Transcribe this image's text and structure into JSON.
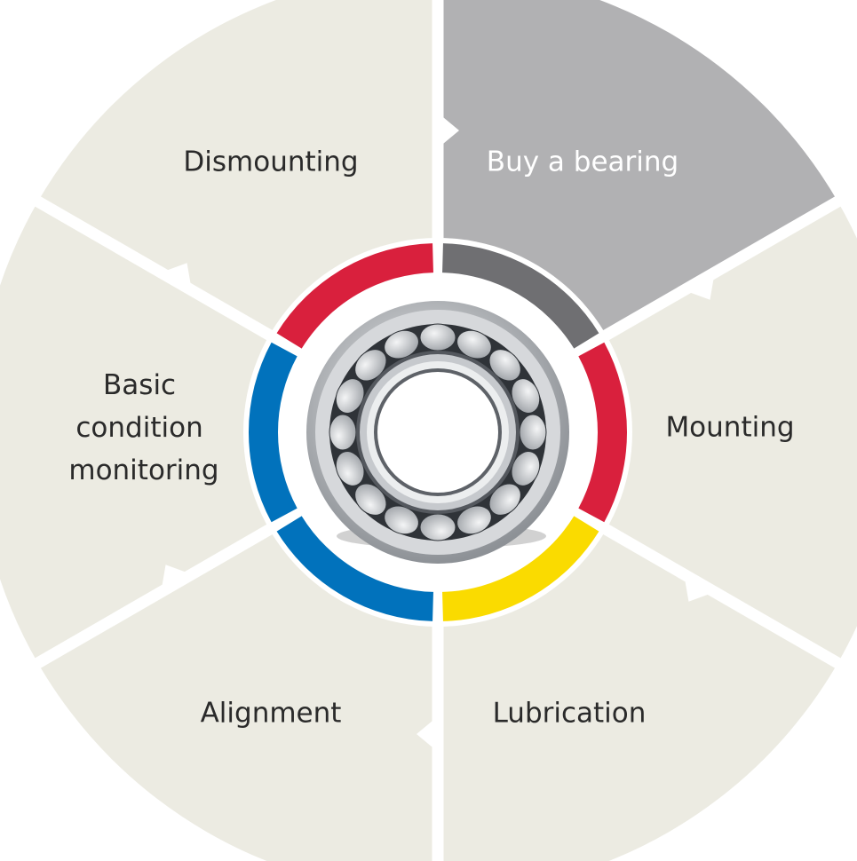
{
  "segments": [
    {
      "id": "buy",
      "label": "Buy a bearing",
      "active": true
    },
    {
      "id": "mounting",
      "label": "Mounting",
      "active": false
    },
    {
      "id": "lubrication",
      "label": "Lubrication",
      "active": false
    },
    {
      "id": "alignment",
      "label": "Alignment",
      "active": false
    },
    {
      "id": "condition",
      "label": "Basic condition monitoring",
      "label_lines": [
        "Basic",
        "condition",
        "monitoring"
      ],
      "active": false
    },
    {
      "id": "dismounting",
      "label": "Dismounting",
      "active": false
    }
  ],
  "colors": {
    "segment_fill": "#ecebe2",
    "segment_active_fill": "#b1b1b3",
    "label_text": "#2a2a2a",
    "label_active_text": "#ffffff",
    "ring_dark_gray": "#6f6f72",
    "ring_red": "#d9203d",
    "ring_yellow": "#fadb00",
    "ring_blue": "#0172bc",
    "bearing_outer": "#9a9ea3",
    "bearing_inner": "#c9ccd0",
    "bearing_roller": "#d7d9db",
    "bearing_cage": "#2f3338"
  },
  "inner_ring": [
    {
      "segment": "buy",
      "color_key": "ring_dark_gray"
    },
    {
      "segment": "mounting",
      "color_key": "ring_red"
    },
    {
      "segment": "lubrication",
      "color_key": "ring_yellow"
    },
    {
      "segment": "alignment",
      "color_key": "ring_blue"
    },
    {
      "segment": "condition",
      "color_key": "ring_blue"
    },
    {
      "segment": "dismounting",
      "color_key": "ring_red"
    }
  ],
  "center_icon": "spherical-roller-bearing-icon"
}
